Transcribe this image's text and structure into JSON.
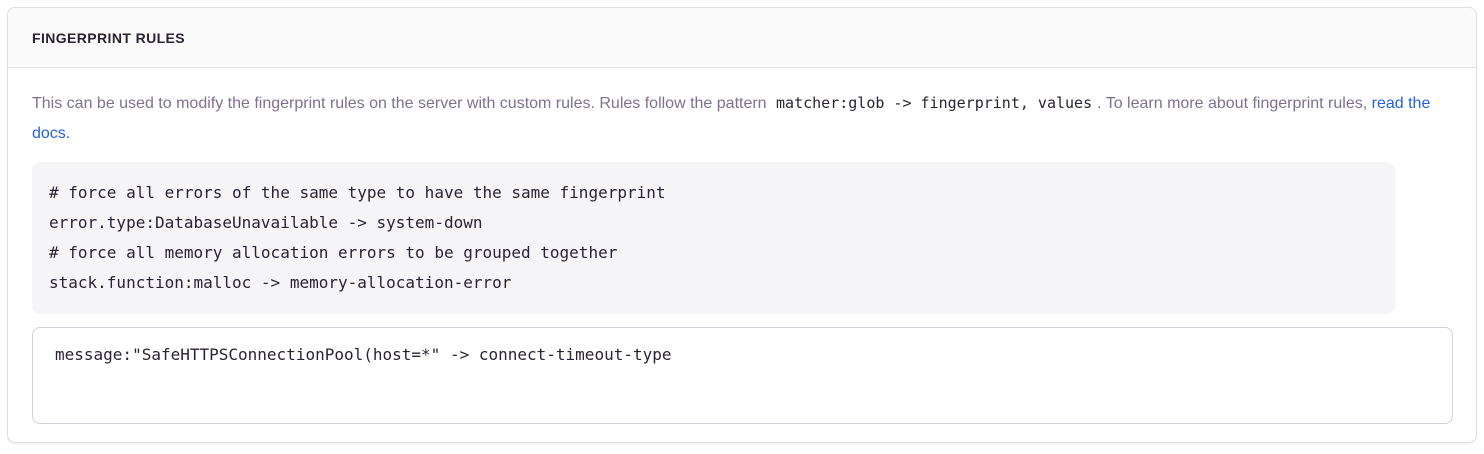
{
  "panel": {
    "title": "FINGERPRINT RULES"
  },
  "description": {
    "text_before_code": "This can be used to modify the fingerprint rules on the server with custom rules. Rules follow the pattern ",
    "inline_code": "matcher:glob -> fingerprint, values",
    "text_after_code": ". To learn more about fingerprint rules, ",
    "link_text": "read the docs."
  },
  "example": {
    "lines": [
      "# force all errors of the same type to have the same fingerprint",
      "error.type:DatabaseUnavailable -> system-down",
      "# force all memory allocation errors to be grouped together",
      "stack.function:malloc -> memory-allocation-error"
    ]
  },
  "input": {
    "value": "message:\"SafeHTTPSConnectionPool(host=*\" -> connect-timeout-type"
  },
  "colors": {
    "link_blue": "#2562d4",
    "header_text": "#2b2233",
    "description_text": "#80708f",
    "panel_border": "#e0dce5",
    "header_bg": "#fafafb",
    "example_block_bg": "#f5f5f7",
    "input_border": "#d4cdde"
  }
}
